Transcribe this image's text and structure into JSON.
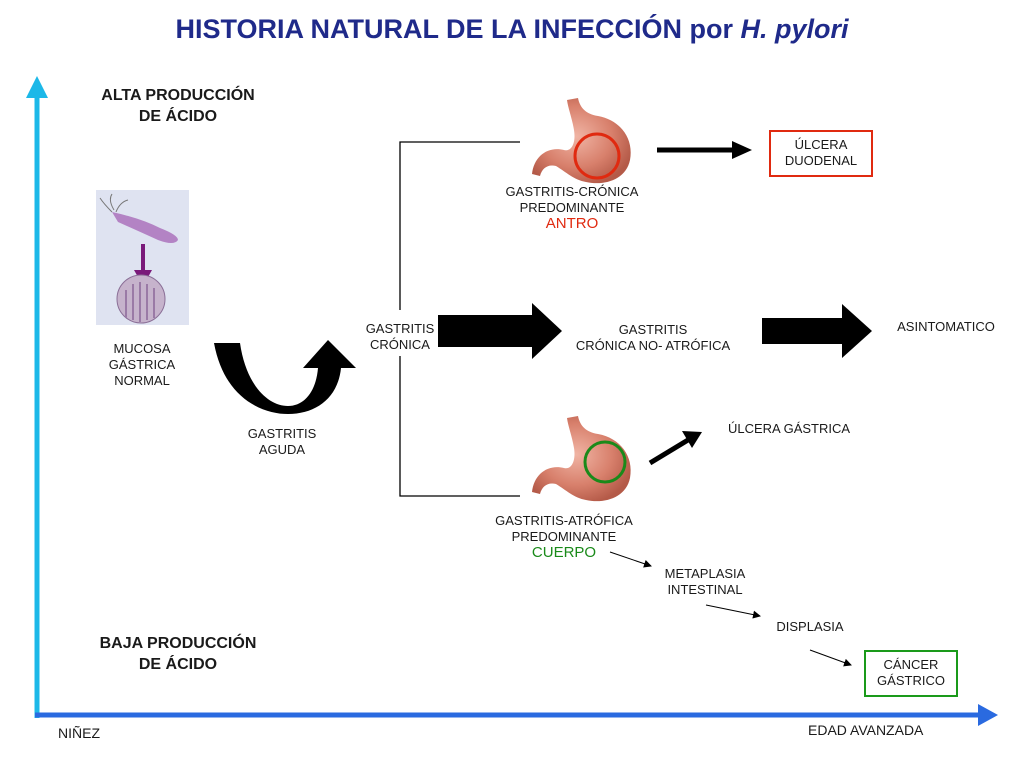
{
  "title": {
    "main": "HISTORIA NATURAL DE LA INFECCIÓN por ",
    "italic": "H. pylori"
  },
  "axis": {
    "top_label": [
      "ALTA PRODUCCIÓN",
      "DE ÁCIDO"
    ],
    "bottom_label": [
      "BAJA PRODUCCIÓN",
      "DE ÁCIDO"
    ],
    "x_start": "NIÑEZ",
    "x_end": "EDAD AVANZADA"
  },
  "nodes": {
    "mucosa": [
      "MUCOSA",
      "GÁSTRICA",
      "NORMAL"
    ],
    "gastritis_aguda": [
      "GASTRITIS",
      "AGUDA"
    ],
    "gastritis_cronica": [
      "GASTRITIS",
      "CRÓNICA"
    ],
    "antro": [
      "GASTRITIS-CRÓNICA",
      "PREDOMINANTE",
      "ANTRO"
    ],
    "no_atrofica": [
      "GASTRITIS",
      "CRÓNICA NO- ATRÓFICA"
    ],
    "asintomatico": "ASINTOMATICO",
    "ulcera_duodenal": [
      "ÚLCERA",
      "DUODENAL"
    ],
    "ulcera_gastrica": "ÚLCERA GÁSTRICA",
    "cuerpo": [
      "GASTRITIS-ATRÓFICA",
      "PREDOMINANTE",
      "CUERPO"
    ],
    "metaplasia": [
      "METAPLASIA",
      "INTESTINAL"
    ],
    "displasia": "DISPLASIA",
    "cancer": [
      "CÁNCER",
      "GÁSTRICO"
    ]
  },
  "colors": {
    "title": "#1f2a8a",
    "axis_vertical": "#1cb8e8",
    "axis_horizontal": "#2a6ae0",
    "antro": "#e02a10",
    "cuerpo": "#1a8a1a",
    "ulcera_box": "#e02a10",
    "cancer_box": "#1a9a1a"
  },
  "icons": {
    "bacterium": "h-pylori-bacterium-icon",
    "stomach_antro": "stomach-icon",
    "stomach_cuerpo": "stomach-icon"
  }
}
